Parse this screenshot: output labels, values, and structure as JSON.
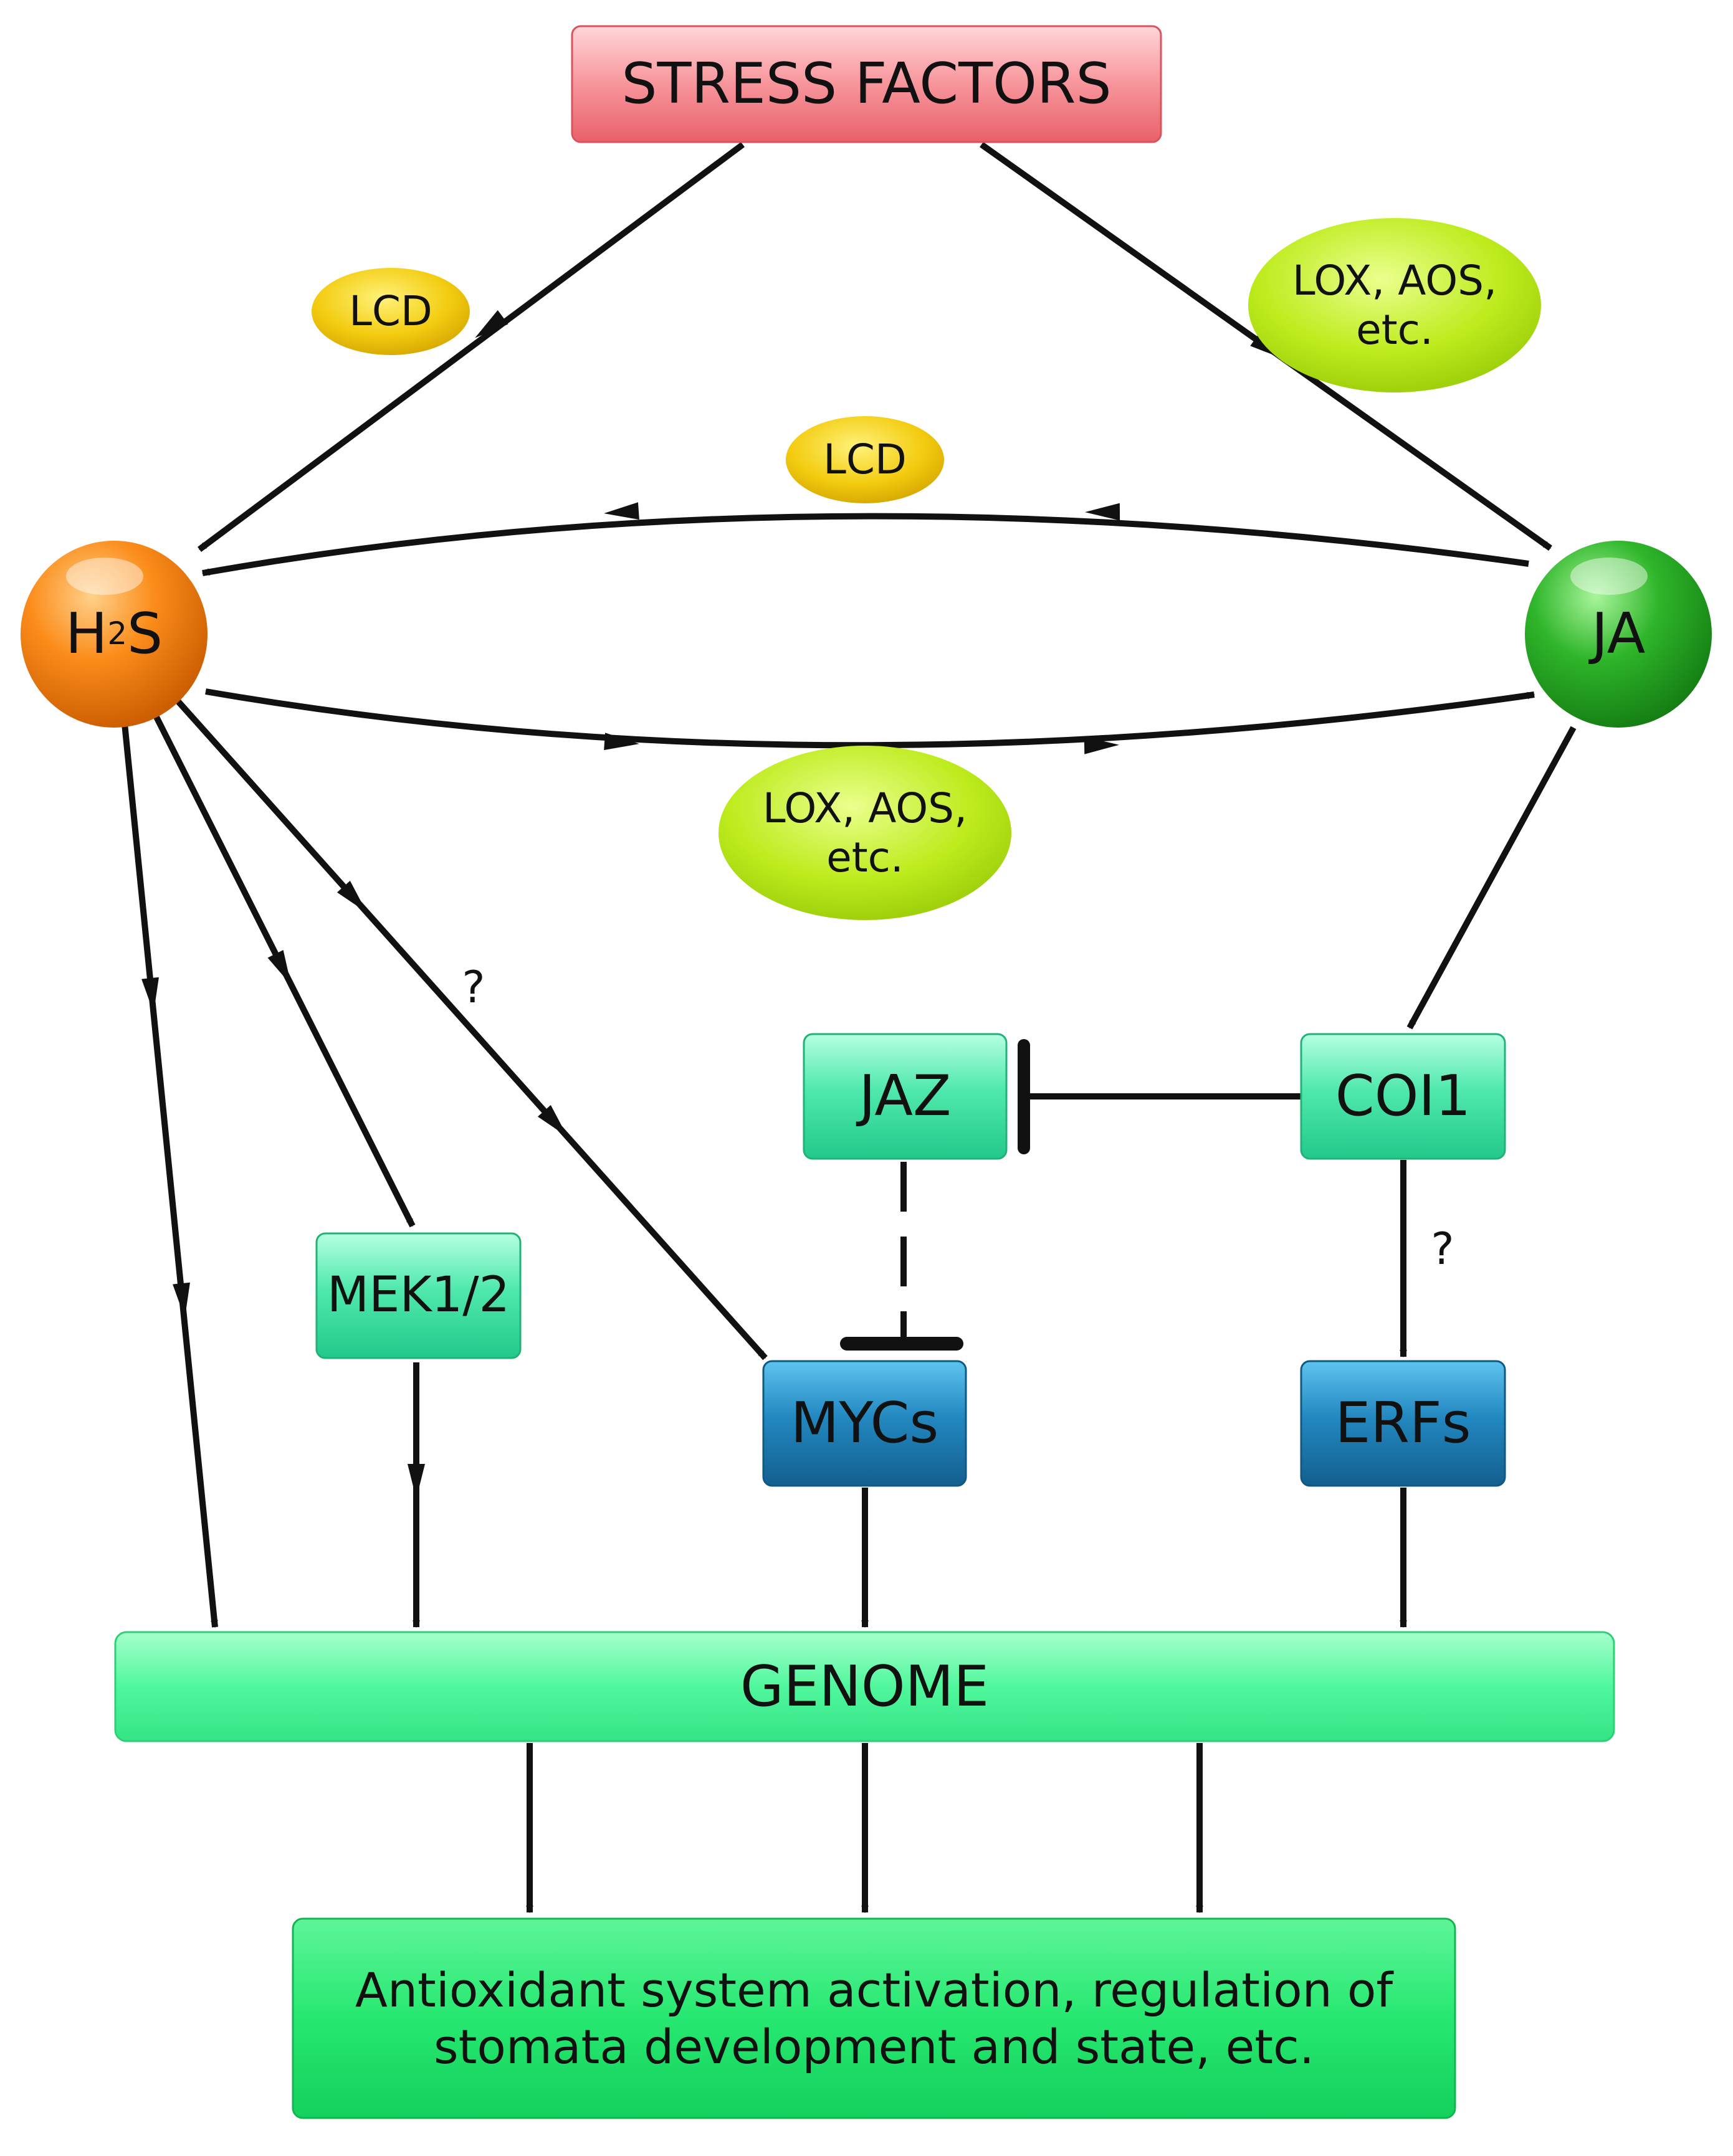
{
  "nodes": {
    "stress_factors": "STRESS FACTORS",
    "h2s_main": "H",
    "h2s_subscript": "2",
    "h2s_tail": "S",
    "ja": "JA",
    "jaz": "JAZ",
    "coi1": "COI1",
    "mek": "MEK1/2",
    "mycs": "MYCs",
    "erfs": "ERFs",
    "genome": "GENOME",
    "outcome_line1": "Antioxidant system activation, regulation of",
    "outcome_line2": "stomata development and state, etc."
  },
  "enzymes": {
    "lcd_top": "LCD",
    "lox_top_line1": "LOX, AOS,",
    "lox_top_line2": "etc.",
    "lcd_mid": "LCD",
    "lox_mid_line1": "LOX, AOS,",
    "lox_mid_line2": "etc."
  },
  "annotations": {
    "question_h2s_mycs": "?",
    "question_coi1_erfs": "?"
  },
  "colors": {
    "stress_box": "#f37f85",
    "h2s_sphere": "#f57c00",
    "ja_sphere": "#22a820",
    "lcd_ellipse": "#f0c800",
    "lox_ellipse": "#b6e816",
    "teal_box": "#3fe0a6",
    "blue_box": "#1a7cb0",
    "genome_bar": "#4cf79a",
    "outcome_box": "#22e86c",
    "arrow": "#111111"
  }
}
